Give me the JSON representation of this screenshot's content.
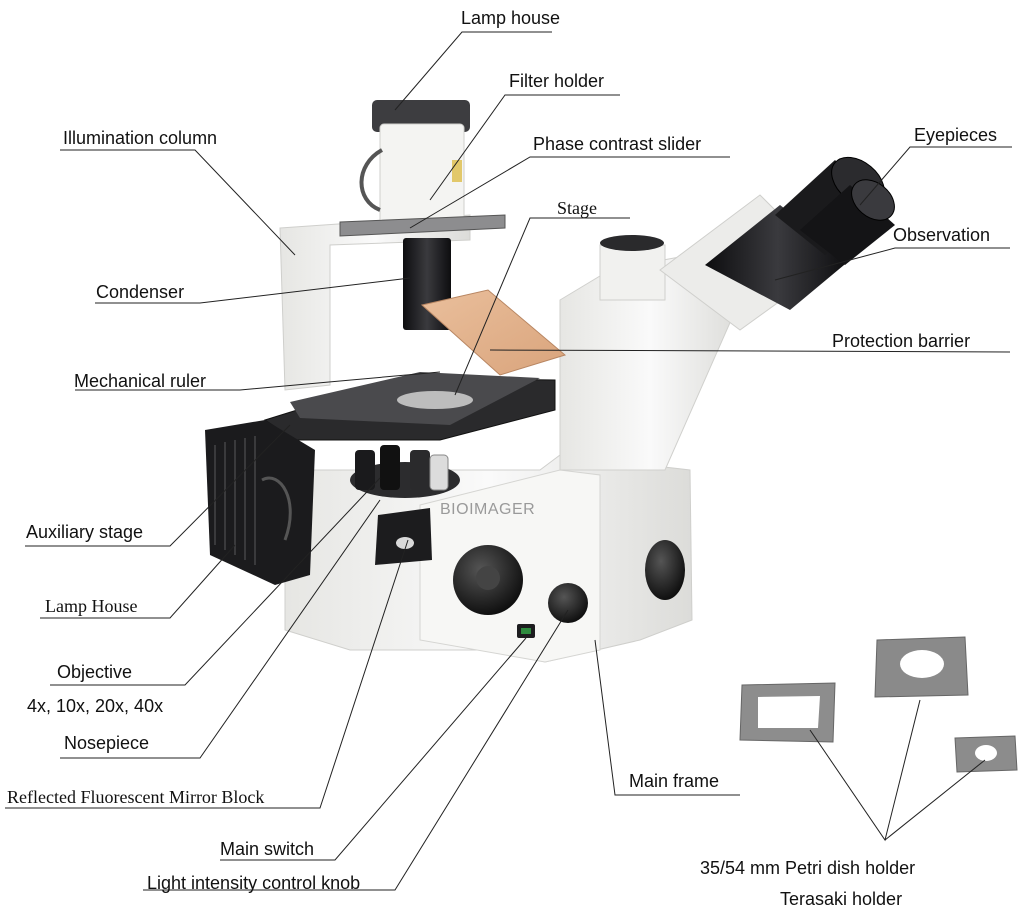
{
  "labels": {
    "lamp_house_top": "Lamp house",
    "filter_holder": "Filter holder",
    "illumination_column": "Illumination column",
    "phase_contrast_slider": "Phase contrast slider",
    "eyepieces": "Eyepieces",
    "stage": "Stage",
    "observation": "Observation",
    "condenser": "Condenser",
    "protection_barrier": "Protection barrier",
    "mechanical_ruler": "Mechanical ruler",
    "auxiliary_stage": "Auxiliary stage",
    "lamp_house_bottom": "Lamp House",
    "objective": "Objective",
    "objective_magnifications": "4x, 10x, 20x, 40x",
    "nosepiece": "Nosepiece",
    "reflected_fluorescent_mirror_block": "Reflected Fluorescent Mirror Block",
    "main_frame": "Main frame",
    "main_switch": "Main switch",
    "light_intensity_control_knob": "Light intensity control knob",
    "petri_dish_holder": "35/54 mm Petri dish holder",
    "terasaki_holder": "Terasaki holder"
  },
  "watermark": "BIOIMAGER",
  "colors": {
    "body": "#f3f3f1",
    "body_shadow": "#d9d9d6",
    "dark": "#1e1e20",
    "barrier": "#e2b48e",
    "holder": "#8a8a8a",
    "leader": "#222222"
  }
}
